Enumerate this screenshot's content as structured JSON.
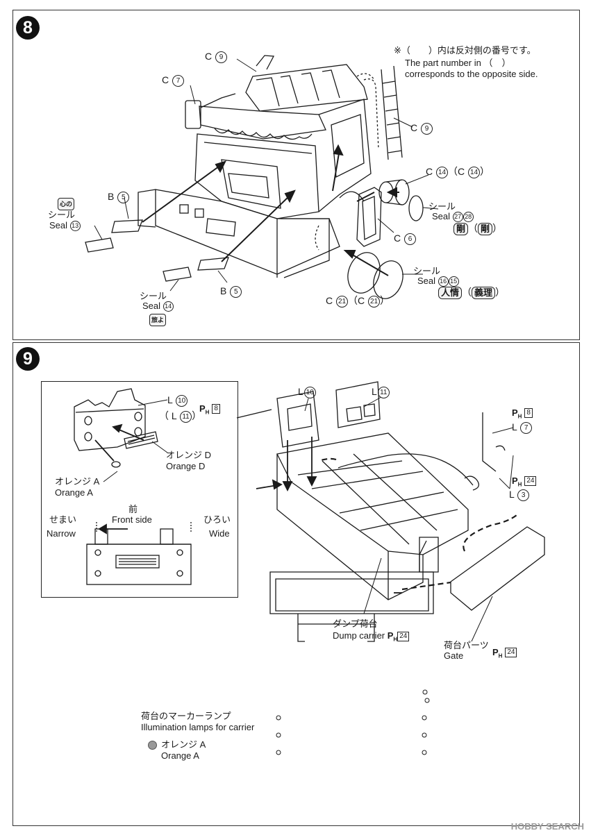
{
  "step8": {
    "number": "8",
    "note_line1": "※（　　）内は反対側の番号です。",
    "note_line2": "The part number in （　）",
    "note_line3": "corresponds to the opposite side.",
    "parts": {
      "c9_top": {
        "letter": "C",
        "num": "9"
      },
      "c7": {
        "letter": "C",
        "num": "7"
      },
      "c9_right": {
        "letter": "C",
        "num": "9"
      },
      "c14": {
        "letter": "C",
        "num": "14",
        "paren_letter": "C",
        "paren_num": "14"
      },
      "b5_top": {
        "letter": "B",
        "num": "5"
      },
      "c6": {
        "letter": "C",
        "num": "6"
      },
      "b5_bottom": {
        "letter": "B",
        "num": "5"
      },
      "c21": {
        "letter": "C",
        "num": "21",
        "paren_letter": "C",
        "paren_num": "21"
      }
    },
    "seals": {
      "s27": {
        "jp": "シール",
        "en": "Seal",
        "num": "27",
        "paren_num": "28",
        "badge": "剛",
        "paren_badge": "剛"
      },
      "s16": {
        "jp": "シール",
        "en": "Seal",
        "num": "16",
        "paren_num": "15",
        "badge": "人情",
        "paren_badge": "義理"
      },
      "s13": {
        "jp": "シール",
        "en": "Seal",
        "num": "13",
        "badge": "心の"
      },
      "s14": {
        "jp": "シール",
        "en": "Seal",
        "num": "14",
        "badge": "旅よ"
      }
    }
  },
  "step9": {
    "number": "9",
    "inset": {
      "l10": {
        "letter": "L",
        "num": "10"
      },
      "l11_paren": {
        "letter": "L",
        "num": "11"
      },
      "ph": {
        "p": "P",
        "h": "H",
        "num": "8"
      },
      "orange_d_jp": "オレンジ D",
      "orange_d_en": "Orange D",
      "orange_a_jp": "オレンジ A",
      "orange_a_en": "Orange A",
      "front_jp": "前",
      "front_en": "Front side",
      "narrow_jp": "せまい",
      "narrow_en": "Narrow",
      "wide_jp": "ひろい",
      "wide_en": "Wide"
    },
    "l10": {
      "letter": "L",
      "num": "10"
    },
    "l11": {
      "letter": "L",
      "num": "11"
    },
    "ph8": {
      "p": "P",
      "h": "H",
      "num": "8"
    },
    "l7": {
      "letter": "L",
      "num": "7"
    },
    "ph24_a": {
      "p": "P",
      "h": "H",
      "num": "24"
    },
    "l3": {
      "letter": "L",
      "num": "3"
    },
    "dump_jp": "ダンプ荷台",
    "dump_en": "Dump carrier",
    "ph24_b": {
      "p": "P",
      "h": "H",
      "num": "24"
    },
    "gate_jp": "荷台パーツ",
    "gate_en": "Gate",
    "ph24_c": {
      "p": "P",
      "h": "H",
      "num": "24"
    },
    "lamps_jp": "荷台のマーカーランプ",
    "lamps_en": "Illumination lamps for carrier",
    "lamp_orange_jp": "オレンジ A",
    "lamp_orange_en": "Orange A"
  },
  "watermark": "HOBBY SEARCH",
  "colors": {
    "line": "#1a1a1a",
    "orange_a_dot": "#999999",
    "watermark": "#9a9a9a"
  }
}
